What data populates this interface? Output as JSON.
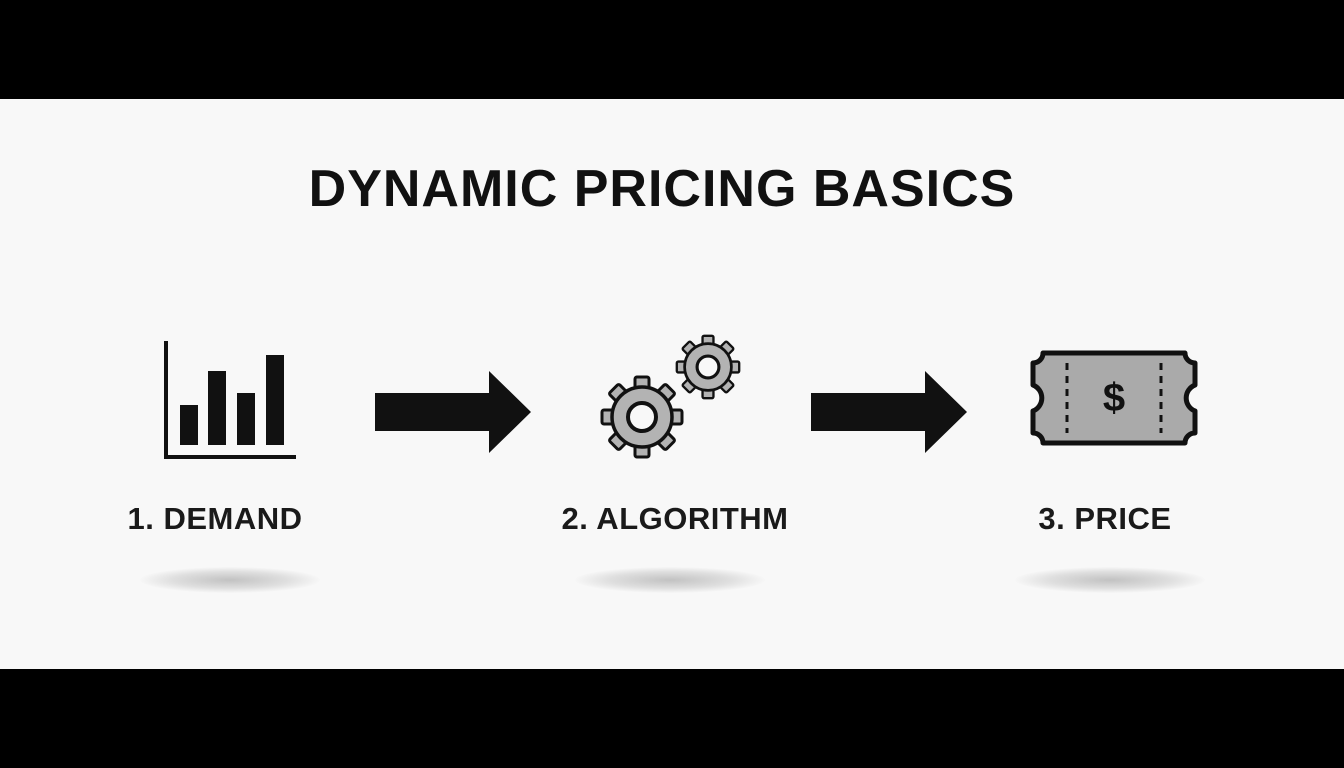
{
  "diagram": {
    "title": "DYNAMIC PRICING BASICS",
    "steps": [
      {
        "label": "1. DEMAND",
        "icon": "bar-chart-icon"
      },
      {
        "label": "2. ALGORITHM",
        "icon": "gears-icon"
      },
      {
        "label": "3. PRICE",
        "icon": "price-ticket-icon"
      }
    ],
    "connectors": [
      "arrow-right-icon",
      "arrow-right-icon"
    ],
    "ticket_symbol": "$",
    "colors": {
      "background": "#f8f8f8",
      "letterbox": "#000000",
      "ink": "#111111",
      "gear_fill": "#b3b3b3",
      "ticket_fill": "#aaaaaa"
    }
  }
}
